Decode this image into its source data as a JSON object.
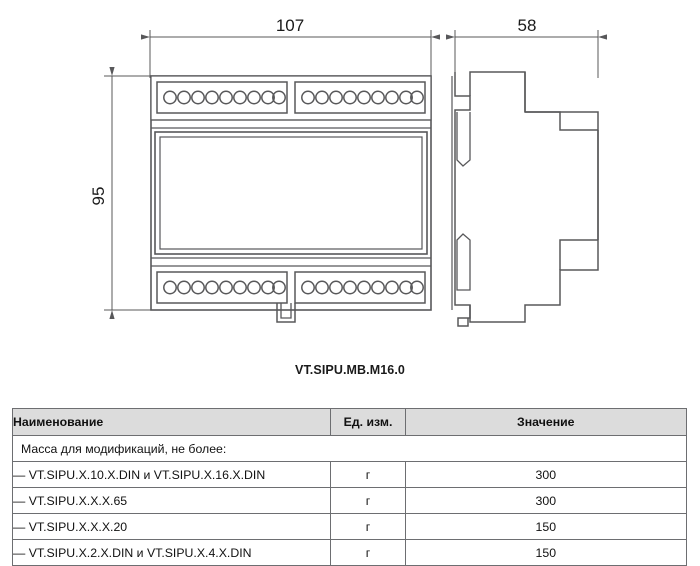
{
  "drawing": {
    "front_view": {
      "name": "front-view",
      "dimension_width": "107",
      "dimension_height": "95",
      "terminal_blocks": [
        {
          "position": "top-left",
          "terminals": 9
        },
        {
          "position": "top-right",
          "terminals": 9
        },
        {
          "position": "bottom-left",
          "terminals": 9
        },
        {
          "position": "bottom-right",
          "terminals": 9
        }
      ]
    },
    "side_view": {
      "name": "side-view",
      "dimension_width": "58"
    },
    "caption": "VT.SIPU.MB.M16.0"
  },
  "table": {
    "headers": {
      "name": "Наименование",
      "unit": "Ед. изм.",
      "value": "Значение"
    },
    "group_label": "Масса для модификаций, не более:",
    "rows": [
      {
        "name": "— VT.SIPU.X.10.X.DIN и VT.SIPU.X.16.X.DIN",
        "unit": "г",
        "value": "300"
      },
      {
        "name": "— VT.SIPU.X.X.X.65",
        "unit": "г",
        "value": "300"
      },
      {
        "name": "— VT.SIPU.X.X.X.20",
        "unit": "г",
        "value": "150"
      },
      {
        "name": "— VT.SIPU.X.2.X.DIN и VT.SIPU.X.4.X.DIN",
        "unit": "г",
        "value": "150"
      }
    ]
  },
  "colors": {
    "line": "#58585a",
    "header_bg": "#dcdcdc",
    "text": "#1a1a1a",
    "fill": "#ffffff"
  }
}
